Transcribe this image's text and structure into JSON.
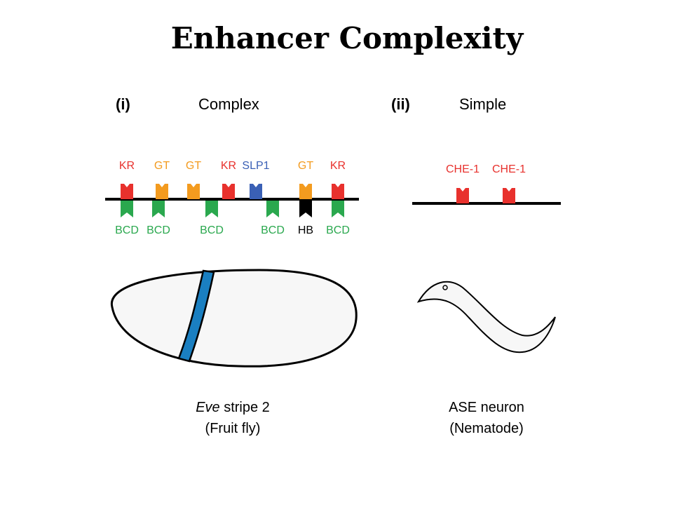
{
  "title": "Enhancer Complexity",
  "panel_i": {
    "numeral": "(i)",
    "heading": "Complex",
    "top_factors": [
      "KR",
      "GT",
      "GT",
      "KR",
      "SLP1",
      "GT",
      "KR"
    ],
    "bottom_factors": [
      "BCD",
      "BCD",
      "BCD",
      "BCD",
      "HB",
      "BCD"
    ],
    "caption_italic": "Eve",
    "caption_line1_rest": " stripe 2",
    "caption_line2": "(Fruit fly)"
  },
  "panel_ii": {
    "numeral": "(ii)",
    "heading": "Simple",
    "top_factors": [
      "CHE-1",
      "CHE-1"
    ],
    "caption_line1": "ASE neuron",
    "caption_line2": "(Nematode)"
  },
  "colors": {
    "KR": "#e8312d",
    "GT": "#f39b1f",
    "SLP1": "#3a60b5",
    "BCD": "#2aa84e",
    "HB": "#000000",
    "CHE-1": "#e8312d",
    "stripe": "#1a7fc1"
  }
}
